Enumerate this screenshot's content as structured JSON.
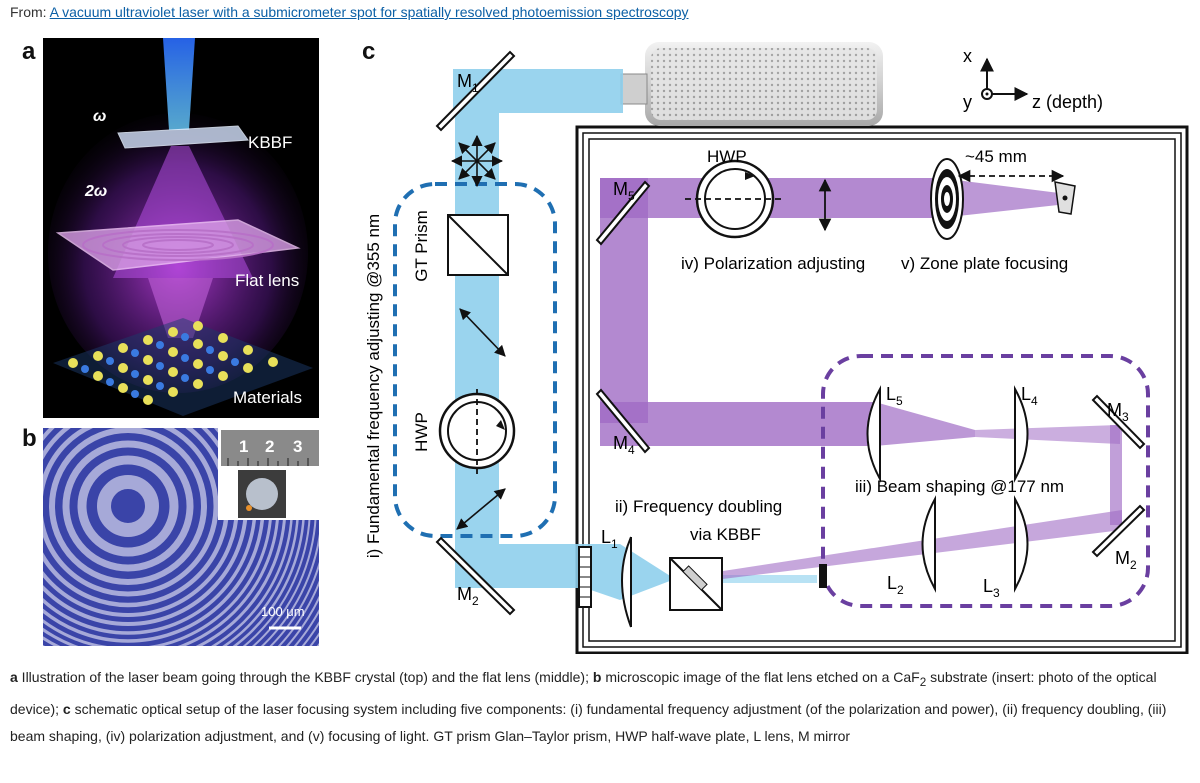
{
  "header": {
    "from_prefix": "From: ",
    "article_title": "A vacuum ultraviolet laser with a submicrometer spot for spatially resolved photoemission spectroscopy"
  },
  "panels": {
    "a": {
      "letter": "a",
      "omega": "ω",
      "two_omega": "2ω",
      "kbbf": "KBBF",
      "flat_lens": "Flat lens",
      "materials": "Materials"
    },
    "b": {
      "letter": "b",
      "ruler_digits": [
        "1",
        "2",
        "3"
      ],
      "scale_bar": "100 μm"
    },
    "c": {
      "letter": "c",
      "axis_x": "x",
      "axis_y": "y",
      "axis_z": "z (depth)",
      "m1": "M",
      "m1_sub": "1",
      "m2_left": "M",
      "m2_left_sub": "2",
      "m2_right": "M",
      "m2_right_sub": "2",
      "m3": "M",
      "m3_sub": "3",
      "m4": "M",
      "m4_sub": "4",
      "m5": "M",
      "m5_sub": "5",
      "l1": "L",
      "l1_sub": "1",
      "l2": "L",
      "l2_sub": "2",
      "l3": "L",
      "l3_sub": "3",
      "l4": "L",
      "l4_sub": "4",
      "l5": "L",
      "l5_sub": "5",
      "gt_prism": "GT Prism",
      "hwp_vertical": "HWP",
      "hwp_top": "HWP",
      "distance": "~45 mm",
      "stage_i": "i) Fundamental frequency adjusting @355 nm",
      "stage_ii_line1": "ii) Frequency doubling",
      "stage_ii_line2": "via KBBF",
      "stage_iii": "iii) Beam shaping @177 nm",
      "stage_iv": "iv) Polarization adjusting",
      "stage_v": "v) Zone plate focusing"
    }
  },
  "caption": {
    "a_label": "a",
    "a_text": " Illustration of the laser beam going through the KBBF crystal (top) and the flat lens (middle); ",
    "b_label": "b",
    "b_text_1": " microscopic image of the flat lens etched on a CaF",
    "b_sub": "2",
    "b_text_2": " substrate (insert: photo of the optical device); ",
    "c_label": "c",
    "c_text": " schematic optical setup of the laser focusing system including five components: (i) fundamental frequency adjustment (of the polarization and power), (ii) frequency doubling, (iii) beam shaping, (iv) polarization adjustment, and (v) focusing of light. GT prism Glan–Taylor prism, HWP half-wave plate, L lens, M mirror"
  },
  "colors": {
    "blue_beam": "#8fd0ec",
    "purple_beam": "#a06cc4",
    "dashed_blue": "#1f6fb2",
    "dashed_purple": "#6a3fa0",
    "link": "#0b5fa5"
  }
}
